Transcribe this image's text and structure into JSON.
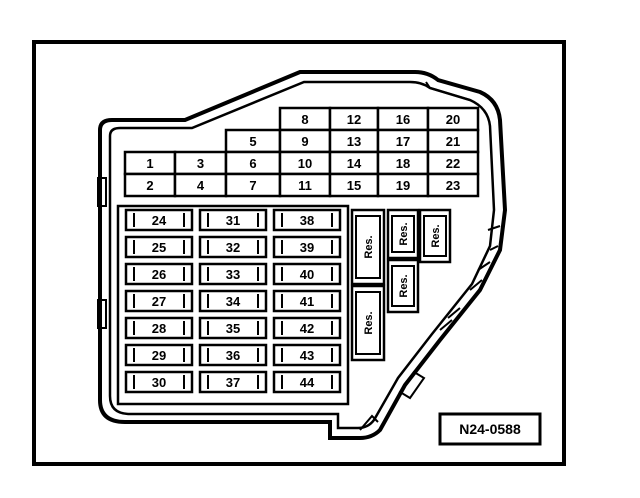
{
  "grid": {
    "cols": [
      [
        "",
        "",
        "1",
        "2"
      ],
      [
        "",
        "",
        "3",
        "4"
      ],
      [
        "",
        "5",
        "6",
        "7"
      ],
      [
        "8",
        "9",
        "10",
        "11"
      ],
      [
        "12",
        "13",
        "14",
        "15"
      ],
      [
        "16",
        "17",
        "18",
        "19"
      ],
      [
        "20",
        "21",
        "22",
        "23"
      ]
    ]
  },
  "fuses": {
    "columns": [
      [
        "24",
        "25",
        "26",
        "27",
        "28",
        "29",
        "30"
      ],
      [
        "31",
        "32",
        "33",
        "34",
        "35",
        "36",
        "37"
      ],
      [
        "38",
        "39",
        "40",
        "41",
        "42",
        "43",
        "44"
      ]
    ]
  },
  "relays": [
    "Res.",
    "Res.",
    "Res.",
    "Res.",
    "Res."
  ],
  "figure_code": "N24-0588"
}
